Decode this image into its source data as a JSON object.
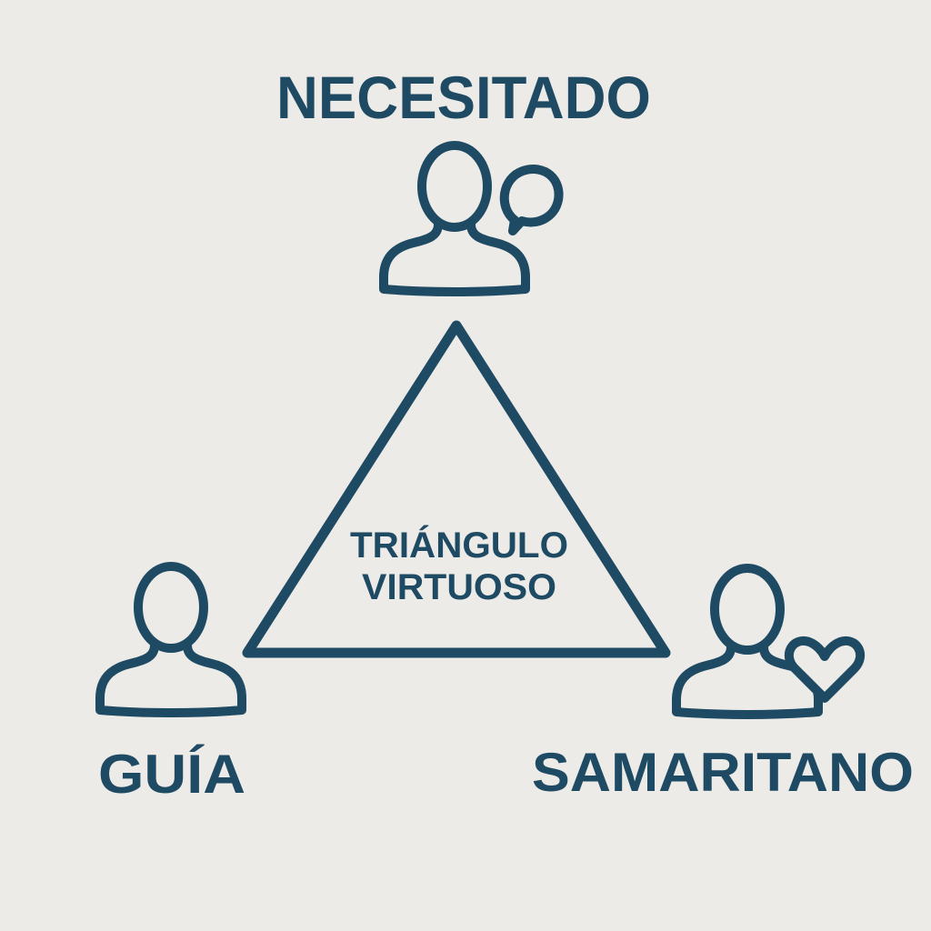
{
  "colors": {
    "primary": "#1e4a63",
    "background": "#edebe7"
  },
  "roles": {
    "top": {
      "label": "NECESITADO",
      "icon": "person-speech-bubble-icon"
    },
    "left": {
      "label": "GUÍA",
      "icon": "person-icon"
    },
    "right": {
      "label": "SAMARITANO",
      "icon": "person-heart-icon"
    }
  },
  "center": {
    "line1": "TRIÁNGULO",
    "line2": "VIRTUOSO"
  }
}
